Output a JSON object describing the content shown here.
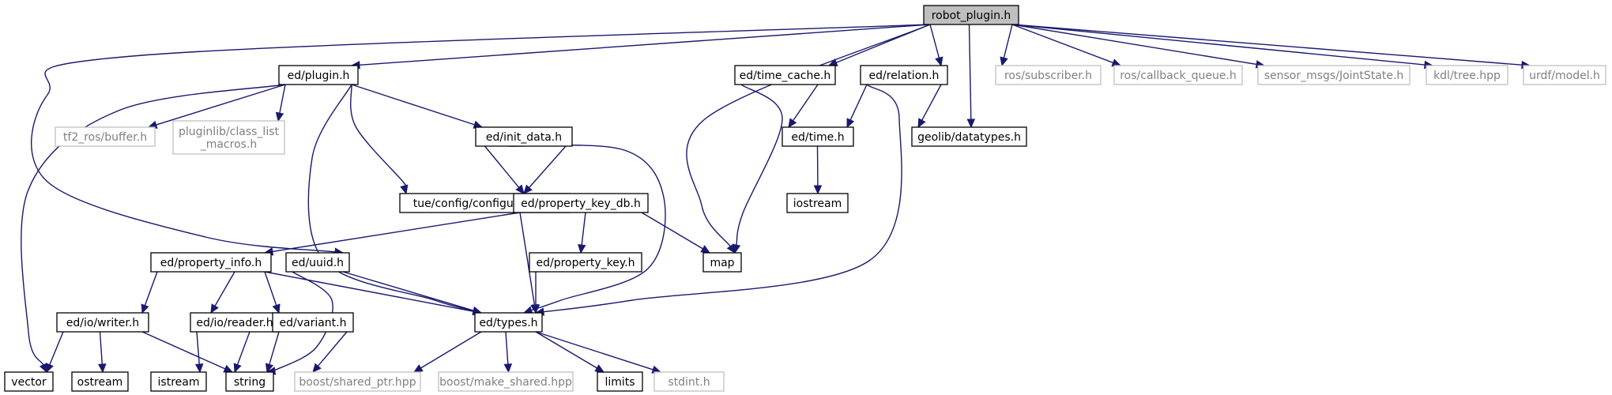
{
  "diagram": {
    "colors": {
      "edge": "#191970",
      "root_fill": "#bfbfbf",
      "node_fill": "#ffffff",
      "node_border": "#000000",
      "external_border": "#bfbfbf",
      "external_text": "#808080"
    },
    "nodes": [
      {
        "id": "robot_plugin",
        "label": "robot_plugin.h",
        "kind": "root"
      },
      {
        "id": "ed_plugin",
        "label": "ed/plugin.h",
        "kind": "local"
      },
      {
        "id": "ed_time_cache",
        "label": "ed/time_cache.h",
        "kind": "local"
      },
      {
        "id": "ed_relation",
        "label": "ed/relation.h",
        "kind": "local"
      },
      {
        "id": "ros_subscriber",
        "label": "ros/subscriber.h",
        "kind": "external"
      },
      {
        "id": "ros_callback_queue",
        "label": "ros/callback_queue.h",
        "kind": "external"
      },
      {
        "id": "sensor_msgs",
        "label": "sensor_msgs/JointState.h",
        "kind": "external"
      },
      {
        "id": "kdl_tree",
        "label": "kdl/tree.hpp",
        "kind": "external"
      },
      {
        "id": "urdf_model",
        "label": "urdf/model.h",
        "kind": "external"
      },
      {
        "id": "tf2_buffer",
        "label": "tf2_ros/buffer.h",
        "kind": "external"
      },
      {
        "id": "pluginlib",
        "label": "pluginlib/class_list\n_macros.h",
        "kind": "external"
      },
      {
        "id": "ed_init_data",
        "label": "ed/init_data.h",
        "kind": "local"
      },
      {
        "id": "ed_time",
        "label": "ed/time.h",
        "kind": "local"
      },
      {
        "id": "geolib",
        "label": "geolib/datatypes.h",
        "kind": "local"
      },
      {
        "id": "tue_config",
        "label": "tue/config/configuration.h",
        "kind": "local"
      },
      {
        "id": "iostream",
        "label": "iostream",
        "kind": "local"
      },
      {
        "id": "ed_property_key_db",
        "label": "ed/property_key_db.h",
        "kind": "local"
      },
      {
        "id": "ed_property_info",
        "label": "ed/property_info.h",
        "kind": "local"
      },
      {
        "id": "ed_uuid",
        "label": "ed/uuid.h",
        "kind": "local"
      },
      {
        "id": "ed_property_key",
        "label": "ed/property_key.h",
        "kind": "local"
      },
      {
        "id": "map",
        "label": "map",
        "kind": "local"
      },
      {
        "id": "ed_io_writer",
        "label": "ed/io/writer.h",
        "kind": "local"
      },
      {
        "id": "ed_io_reader",
        "label": "ed/io/reader.h",
        "kind": "local"
      },
      {
        "id": "ed_variant",
        "label": "ed/variant.h",
        "kind": "local"
      },
      {
        "id": "ed_types",
        "label": "ed/types.h",
        "kind": "local"
      },
      {
        "id": "vector",
        "label": "vector",
        "kind": "local"
      },
      {
        "id": "ostream",
        "label": "ostream",
        "kind": "local"
      },
      {
        "id": "istream",
        "label": "istream",
        "kind": "local"
      },
      {
        "id": "string",
        "label": "string",
        "kind": "local"
      },
      {
        "id": "boost_shared_ptr",
        "label": "boost/shared_ptr.hpp",
        "kind": "external"
      },
      {
        "id": "boost_make_shared",
        "label": "boost/make_shared.hpp",
        "kind": "external"
      },
      {
        "id": "limits",
        "label": "limits",
        "kind": "local"
      },
      {
        "id": "stdint",
        "label": "stdint.h",
        "kind": "external"
      }
    ],
    "edges": [
      [
        "robot_plugin",
        "ed_plugin"
      ],
      [
        "robot_plugin",
        "ed_time_cache"
      ],
      [
        "robot_plugin",
        "ed_relation"
      ],
      [
        "robot_plugin",
        "geolib"
      ],
      [
        "robot_plugin",
        "ros_subscriber"
      ],
      [
        "robot_plugin",
        "ros_callback_queue"
      ],
      [
        "robot_plugin",
        "sensor_msgs"
      ],
      [
        "robot_plugin",
        "kdl_tree"
      ],
      [
        "robot_plugin",
        "urdf_model"
      ],
      [
        "robot_plugin",
        "map"
      ],
      [
        "robot_plugin",
        "ed_uuid"
      ],
      [
        "ed_plugin",
        "tf2_buffer"
      ],
      [
        "ed_plugin",
        "pluginlib"
      ],
      [
        "ed_plugin",
        "ed_init_data"
      ],
      [
        "ed_plugin",
        "tue_config"
      ],
      [
        "ed_plugin",
        "ed_types"
      ],
      [
        "ed_plugin",
        "vector"
      ],
      [
        "ed_time_cache",
        "ed_time"
      ],
      [
        "ed_time_cache",
        "map"
      ],
      [
        "ed_relation",
        "ed_time"
      ],
      [
        "ed_relation",
        "geolib"
      ],
      [
        "ed_relation",
        "ed_types"
      ],
      [
        "ed_time",
        "iostream"
      ],
      [
        "ed_init_data",
        "tue_config"
      ],
      [
        "ed_init_data",
        "ed_property_key_db"
      ],
      [
        "ed_init_data",
        "ed_types"
      ],
      [
        "ed_property_key_db",
        "ed_property_info"
      ],
      [
        "ed_property_key_db",
        "ed_property_key"
      ],
      [
        "ed_property_key_db",
        "map"
      ],
      [
        "ed_property_key_db",
        "ed_types"
      ],
      [
        "ed_property_key",
        "ed_types"
      ],
      [
        "ed_property_info",
        "ed_io_writer"
      ],
      [
        "ed_property_info",
        "ed_io_reader"
      ],
      [
        "ed_property_info",
        "ed_variant"
      ],
      [
        "ed_property_info",
        "ed_types"
      ],
      [
        "ed_uuid",
        "ed_types"
      ],
      [
        "ed_uuid",
        "string"
      ],
      [
        "ed_io_writer",
        "vector"
      ],
      [
        "ed_io_writer",
        "ostream"
      ],
      [
        "ed_io_writer",
        "string"
      ],
      [
        "ed_io_reader",
        "istream"
      ],
      [
        "ed_io_reader",
        "string"
      ],
      [
        "ed_variant",
        "string"
      ],
      [
        "ed_variant",
        "boost_shared_ptr"
      ],
      [
        "ed_types",
        "boost_shared_ptr"
      ],
      [
        "ed_types",
        "boost_make_shared"
      ],
      [
        "ed_types",
        "limits"
      ],
      [
        "ed_types",
        "stdint"
      ]
    ]
  }
}
